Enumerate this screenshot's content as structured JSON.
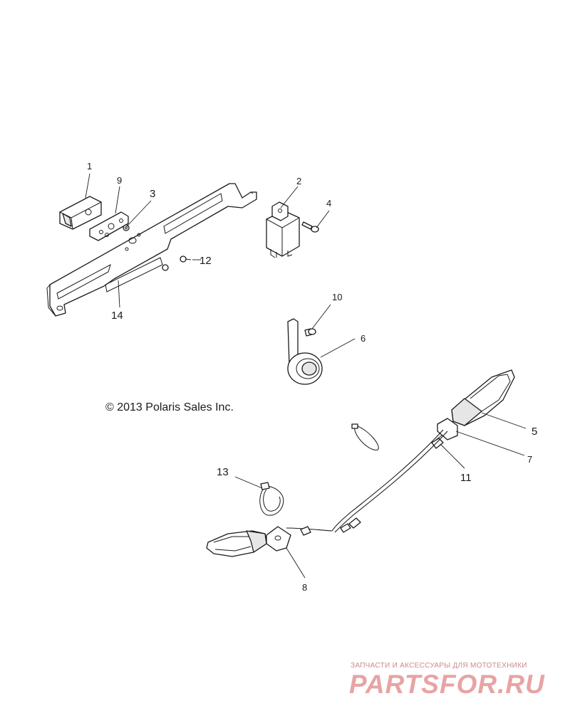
{
  "copyright": "© 2013 Polaris Sales Inc.",
  "watermark": {
    "tagline": "ЗАПЧАСТИ И АКСЕССУАРЫ ДЛЯ МОТОТЕХНИКИ",
    "brand": "PARTSFOR.RU"
  },
  "callouts": {
    "c1": "1",
    "c2": "2",
    "c3": "3",
    "c4": "4",
    "c5": "5",
    "c6": "6",
    "c7": "7",
    "c8": "8",
    "c9": "9",
    "c10": "10",
    "c11": "11",
    "c12": "12",
    "c13": "13",
    "c14": "14"
  },
  "colors": {
    "line": "#1a1a1a",
    "watermark": "#e7a4a4"
  }
}
